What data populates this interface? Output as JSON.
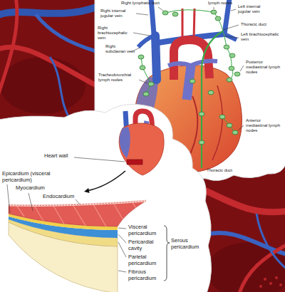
{
  "diagram": {
    "labels": [
      "Right lymphatic duct",
      "lymph nodes",
      "Right internal jugular vein",
      "Left internal jugular vein",
      "Thoracic duct",
      "Right brachiocephalic vein",
      "Left brachiocephalic vein",
      "Right subclavian vein",
      "Posterior mediastinal lymph nodes",
      "Tracheobronchial lymph nodes",
      "Anterior mediastinal lymph nodes",
      "Thoracic duct",
      "Heart wall",
      "Epicardium (visceral pericardium)",
      "Myocardium",
      "Endocardium",
      "Visceral pericardium",
      "Pericardial cavity",
      "Parietal pericardium",
      "Fibrous pericardium",
      "Serous pericardium"
    ]
  }
}
